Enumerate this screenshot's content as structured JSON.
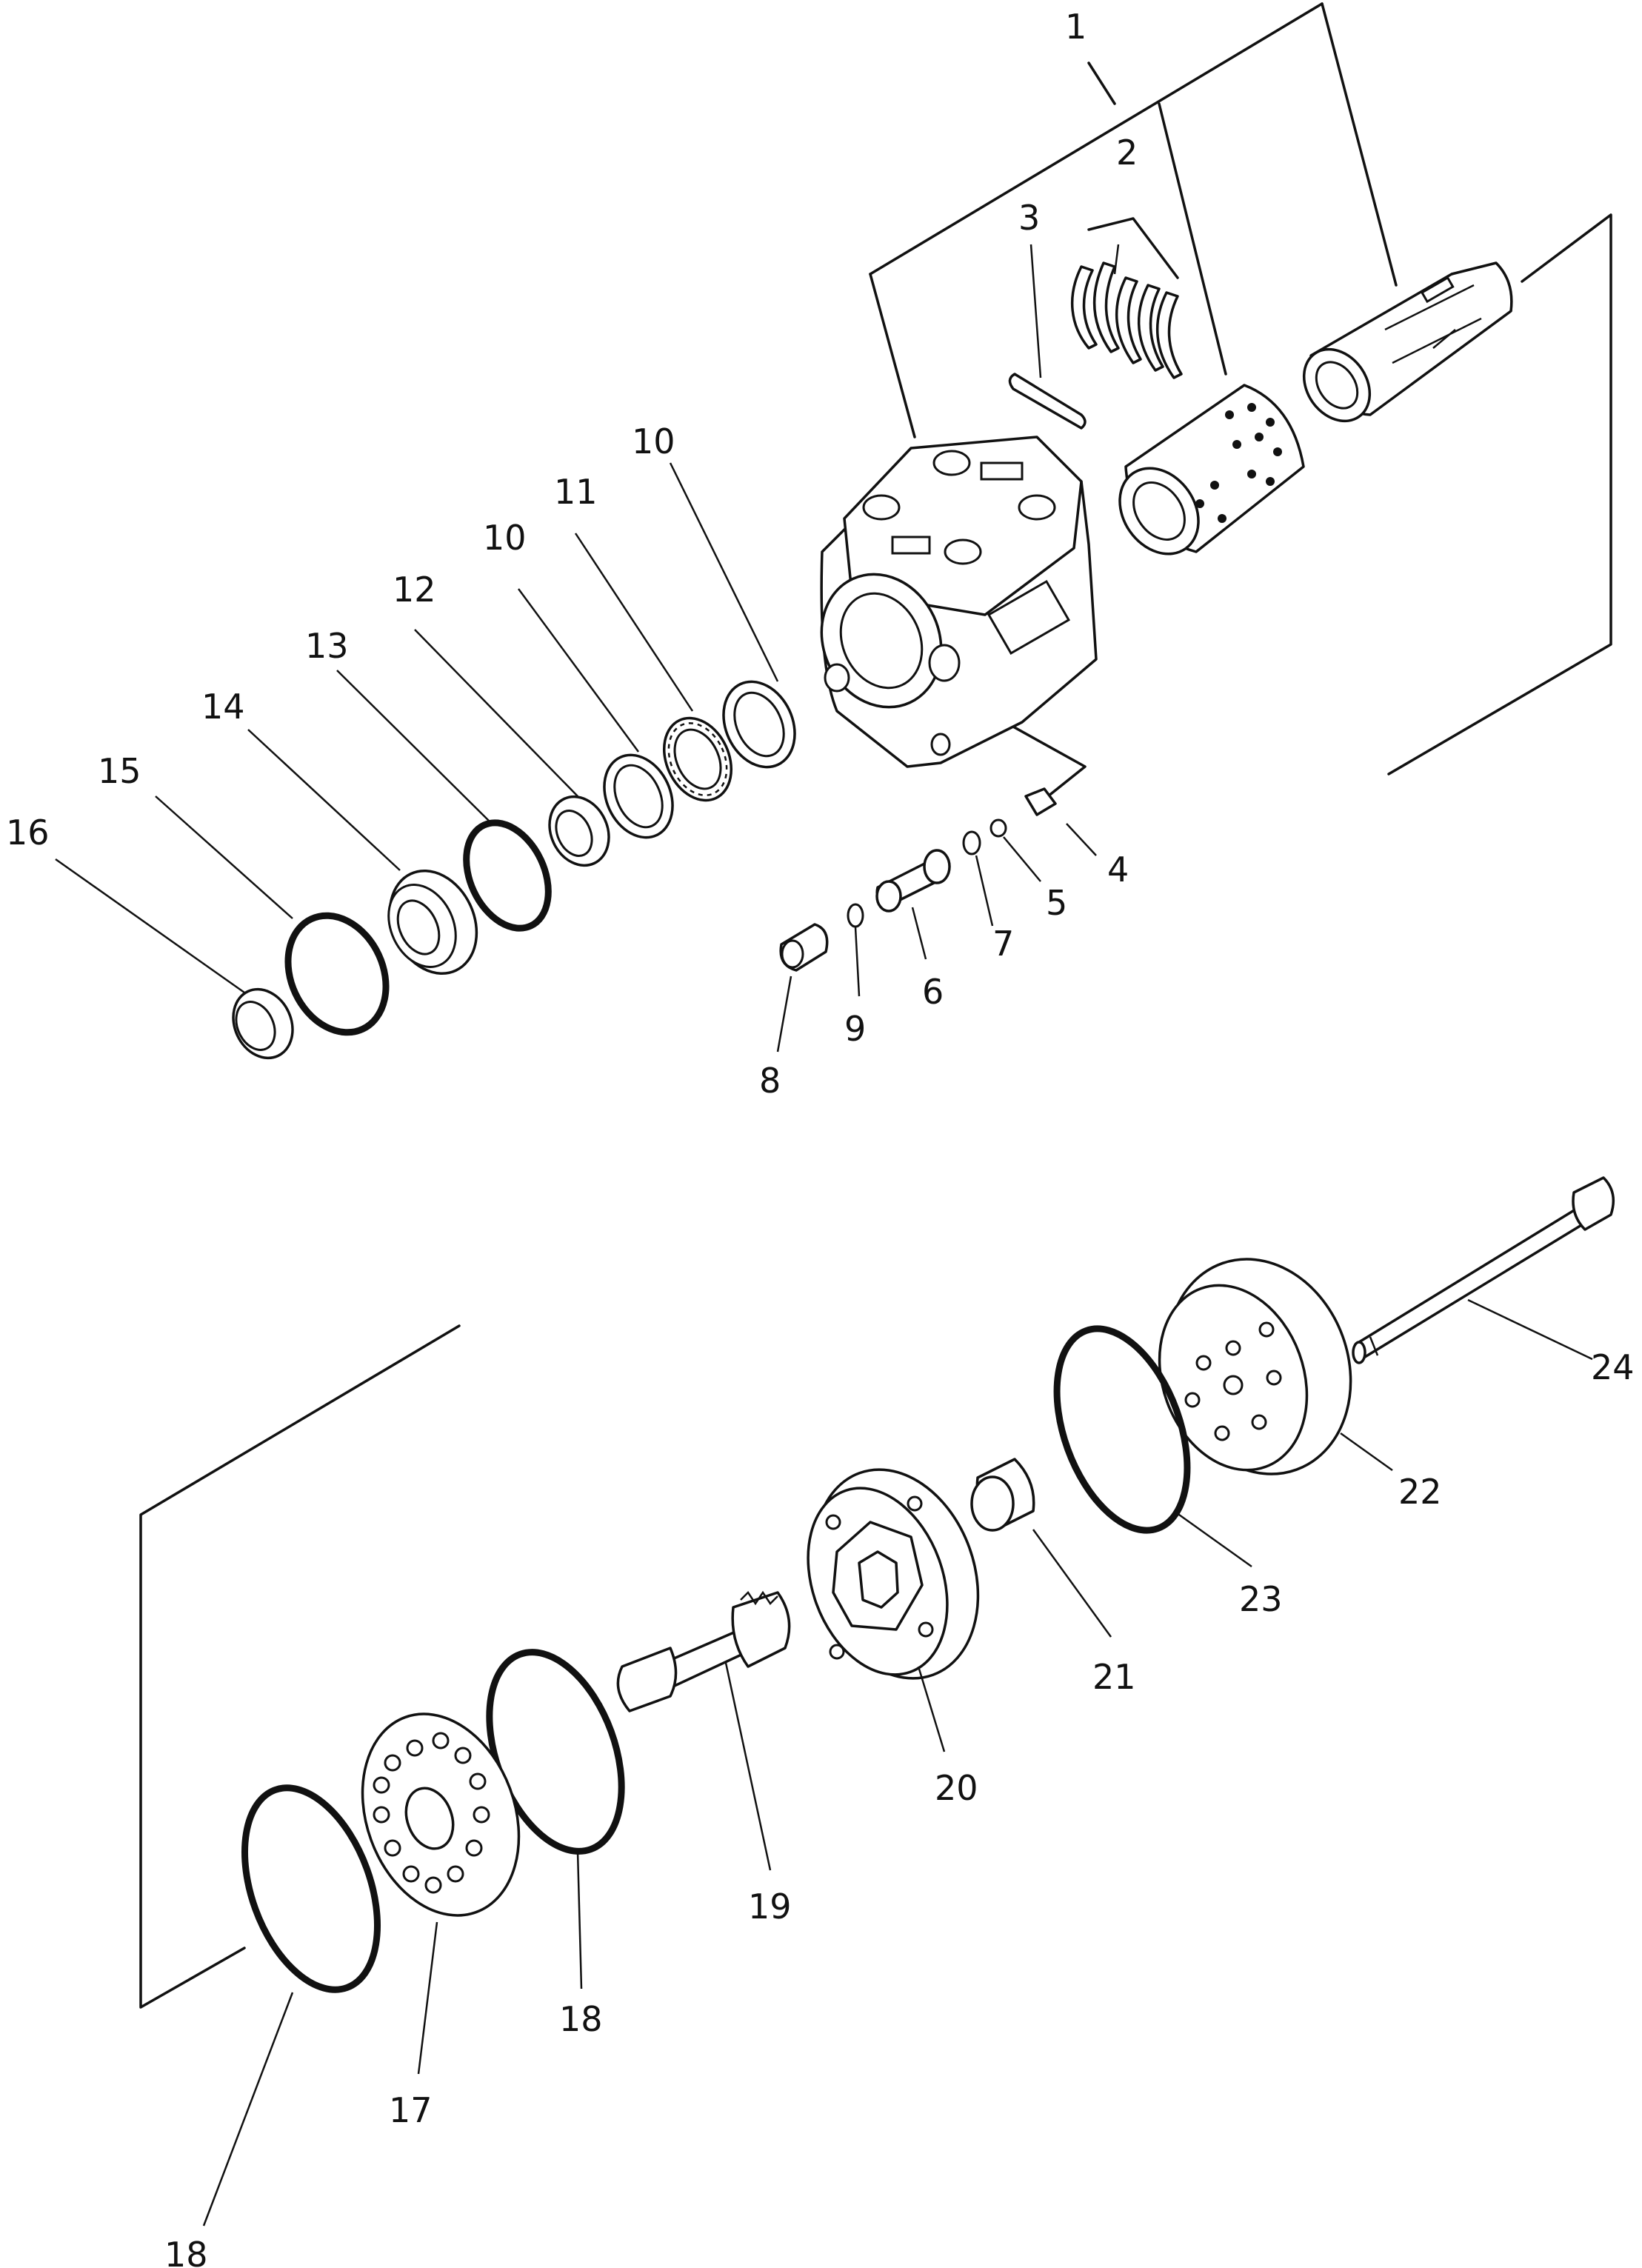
{
  "callouts": {
    "c1": "1",
    "c2": "2",
    "c3": "3",
    "c4": "4",
    "c5": "5",
    "c6": "6",
    "c7": "7",
    "c8": "8",
    "c9": "9",
    "c10a": "10",
    "c10b": "10",
    "c11": "11",
    "c12": "12",
    "c13": "13",
    "c14": "14",
    "c15": "15",
    "c16": "16",
    "c17": "17",
    "c18a": "18",
    "c18b": "18",
    "c19": "19",
    "c20": "20",
    "c21": "21",
    "c22": "22",
    "c23": "23",
    "c24": "24"
  }
}
